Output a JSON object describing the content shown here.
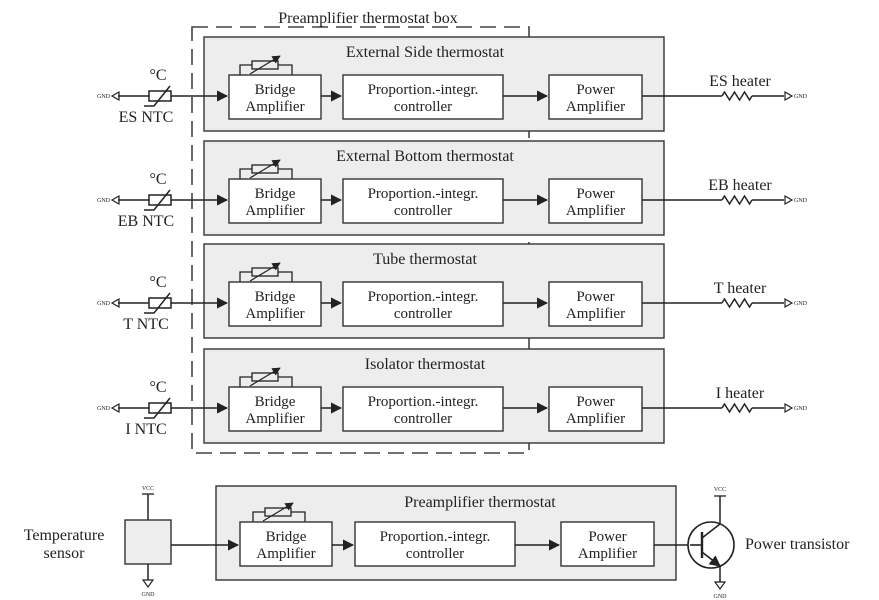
{
  "preamp_box_label": "Preamplifier thermostat box",
  "common": {
    "bridge_line1": "Bridge",
    "bridge_line2": "Amplifier",
    "pi_line1": "Proportion.-integr.",
    "pi_line2": "controller",
    "power_line1": "Power",
    "power_line2": "Amplifier",
    "gnd": "GND",
    "vcc": "VCC",
    "degc": "°C"
  },
  "thermostats": [
    {
      "title": "External Side thermostat",
      "sensor": "ES NTC",
      "heater": "ES heater"
    },
    {
      "title": "External Bottom thermostat",
      "sensor": "EB NTC",
      "heater": "EB heater"
    },
    {
      "title": "Tube thermostat",
      "sensor": "T NTC",
      "heater": "T heater"
    },
    {
      "title": "Isolator thermostat",
      "sensor": "I NTC",
      "heater": "I heater"
    }
  ],
  "bottom": {
    "title": "Preamplifier thermostat",
    "sensor_line1": "Temperature",
    "sensor_line2": "sensor",
    "transistor_label": "Power transistor"
  }
}
